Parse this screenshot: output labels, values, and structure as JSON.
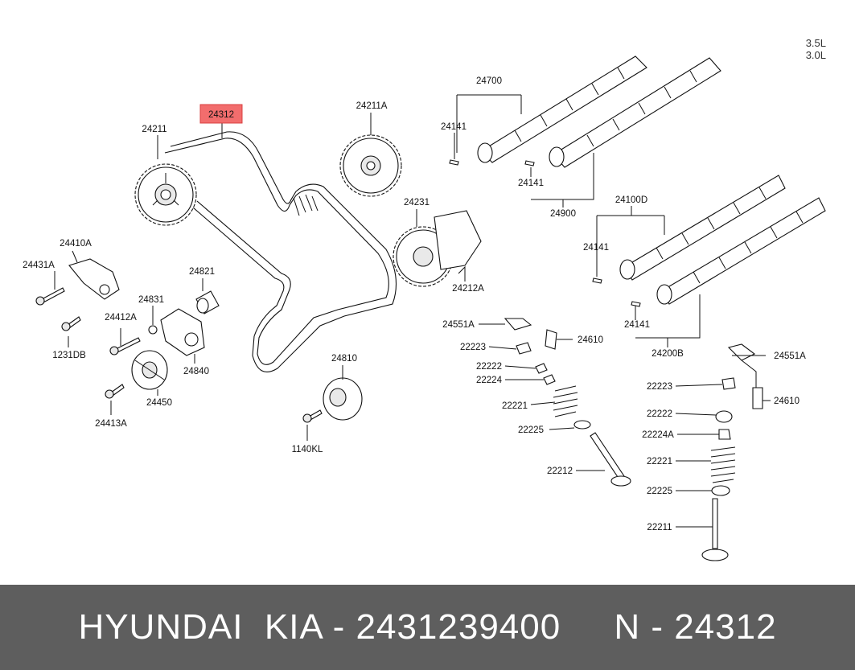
{
  "versions": [
    "3.5L",
    "3.0L"
  ],
  "highlight_color": "#f26d6d",
  "labels": {
    "p24312": "24312",
    "p24211": "24211",
    "p24211A": "24211A",
    "p24700": "24700",
    "p24141_a": "24141",
    "p24141_b": "24141",
    "p24141_c": "24141",
    "p24141_d": "24141",
    "p24900": "24900",
    "p24100D": "24100D",
    "p24200B": "24200B",
    "p24231": "24231",
    "p24212A": "24212A",
    "p24410A": "24410A",
    "p24431A": "24431A",
    "p24821": "24821",
    "p24831": "24831",
    "p24412A": "24412A",
    "p1231DB": "1231DB",
    "p24840": "24840",
    "p24450": "24450",
    "p24413A": "24413A",
    "p24810": "24810",
    "p1140KL": "1140KL",
    "p24551A_a": "24551A",
    "p24551A_b": "24551A",
    "p22223_a": "22223",
    "p22223_b": "22223",
    "p24610_a": "24610",
    "p24610_b": "24610",
    "p22222_a": "22222",
    "p22222_b": "22222",
    "p22224": "22224",
    "p22224A": "22224A",
    "p22221_a": "22221",
    "p22221_b": "22221",
    "p22225_a": "22225",
    "p22225_b": "22225",
    "p22212": "22212",
    "p22211": "22211"
  },
  "caption": "HYUNDAI  KIA - 2431239400     N - 24312"
}
